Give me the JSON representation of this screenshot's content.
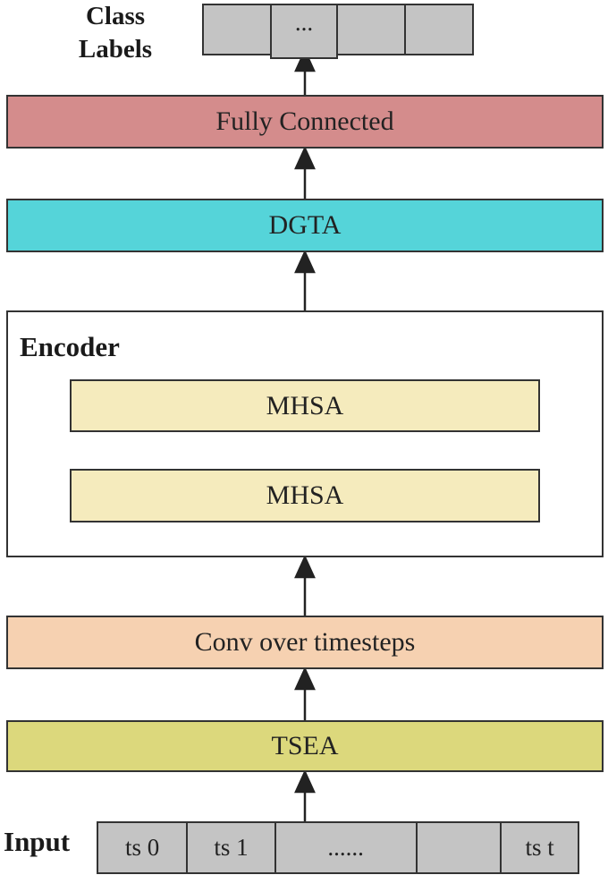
{
  "class_labels": {
    "title_line1": "Class",
    "title_line2": "Labels",
    "cells": [
      "",
      "...",
      "",
      ""
    ]
  },
  "blocks": {
    "fully_connected": "Fully Connected",
    "dgta": "DGTA",
    "encoder_title": "Encoder",
    "mhsa_top": "MHSA",
    "mhsa_bottom": "MHSA",
    "conv": "Conv over timesteps",
    "tsea": "TSEA"
  },
  "input": {
    "title": "Input",
    "cells": [
      "ts 0",
      "ts 1",
      "......",
      "",
      "ts t"
    ]
  },
  "colors": {
    "fully_connected": "#d48c8c",
    "dgta": "#55d4d9",
    "mhsa": "#f5ebbd",
    "conv": "#f6d1b1",
    "tsea": "#dcd87c",
    "cell": "#c4c4c4"
  }
}
